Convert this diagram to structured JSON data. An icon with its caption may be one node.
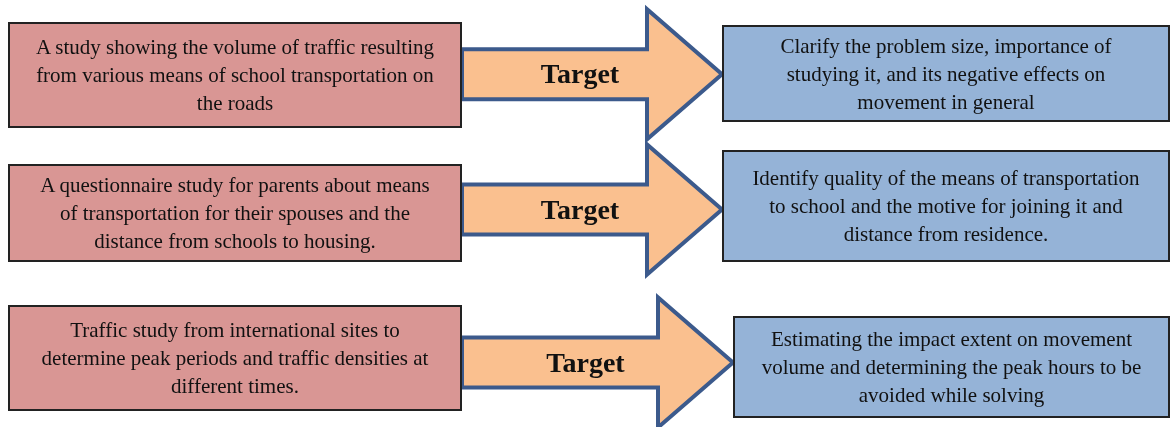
{
  "diagram": {
    "nodes": [
      {
        "text": [
          "A study showing the volume of traffic resulting from various means of school transportation on the roads"
        ]
      },
      {
        "text": [
          "A questionnaire study for parents about means of transportation for their spouses and the distance from schools to housing."
        ]
      },
      {
        "text": [
          "Traffic study from international sites to determine peak periods and traffic densities at different times."
        ]
      },
      {
        "text": [
          "Clarify the problem size, importance of studying it, and its negative effects on movement in general"
        ]
      },
      {
        "text": [
          "Identify quality of the means of transportation to school and the motive for joining it and distance from residence."
        ]
      },
      {
        "text": [
          "Estimating the impact extent on movement volume and determining the peak hours to be avoided while solving"
        ]
      }
    ],
    "edges": [
      {
        "from": 0,
        "to": 3,
        "arrow": "to",
        "label": "Target",
        "style": "thick"
      },
      {
        "from": 1,
        "to": 4,
        "arrow": "to",
        "label": "Target",
        "style": "thick"
      },
      {
        "from": 2,
        "to": 5,
        "arrow": "to",
        "label": "Target",
        "style": "thick"
      }
    ]
  }
}
